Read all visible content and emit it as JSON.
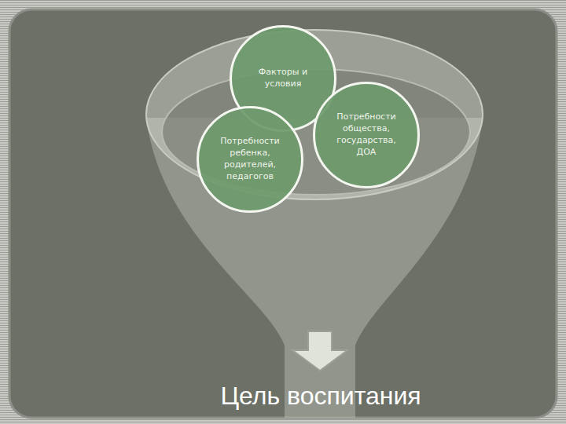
{
  "diagram": {
    "nodes": [
      {
        "text": [
          "Факторы и условия"
        ]
      },
      {
        "text": [
          "Потребности ребенка, родителей, педагогов"
        ]
      },
      {
        "text": [
          "Потребности общества, государства, ДОА"
        ]
      }
    ],
    "labels": [
      "Цель воспитания"
    ]
  }
}
